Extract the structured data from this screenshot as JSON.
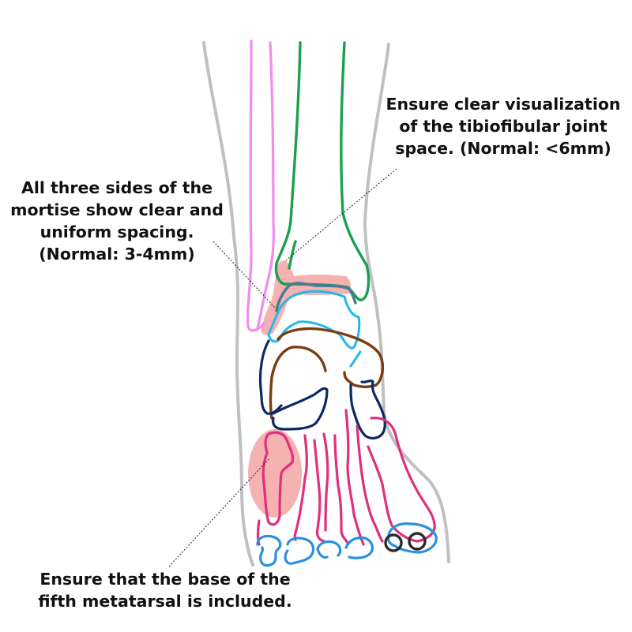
{
  "annotations": {
    "tibiofibular": "Ensure clear visualization\nof the tibiofibular joint\nspace. (Normal: <6mm)",
    "mortise": "All three sides of the\nmortise show clear and\nuniform spacing.\n(Normal: 3-4mm)",
    "metatarsal": "Ensure that the base of the\nfifth metatarsal is included."
  },
  "colors": {
    "outline": "#c0c0c0",
    "fibula": "#f08cf0",
    "tibia": "#1aa050",
    "talus": "#22b8e8",
    "navicular": "#7a3c10",
    "cuneiform": "#0c2a66",
    "metatarsal": "#e0307c",
    "phalanx": "#2a90e0",
    "sesamoid": "#2a2a2a",
    "highlight": "#f5a3a3",
    "talus_top": "#4a7a9a"
  }
}
